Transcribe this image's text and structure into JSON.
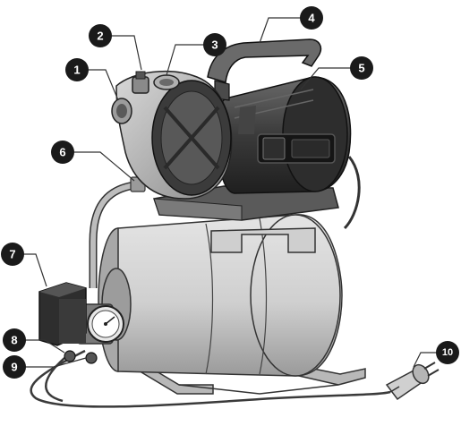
{
  "callouts": [
    {
      "id": 1,
      "label": "1"
    },
    {
      "id": 2,
      "label": "2"
    },
    {
      "id": 3,
      "label": "3"
    },
    {
      "id": 4,
      "label": "4"
    },
    {
      "id": 5,
      "label": "5"
    },
    {
      "id": 6,
      "label": "6"
    },
    {
      "id": 7,
      "label": "7"
    },
    {
      "id": 8,
      "label": "8"
    },
    {
      "id": 9,
      "label": "9"
    },
    {
      "id": 10,
      "label": "10"
    }
  ],
  "colors": {
    "callout_fill": "#1a1a1a",
    "line": "#333333",
    "tank_light": "#d9d9d9",
    "tank_mid": "#bdbdbd",
    "tank_dark": "#8a8a8a",
    "motor_dark": "#3b3b3b",
    "motor_black": "#1f1f1f"
  }
}
